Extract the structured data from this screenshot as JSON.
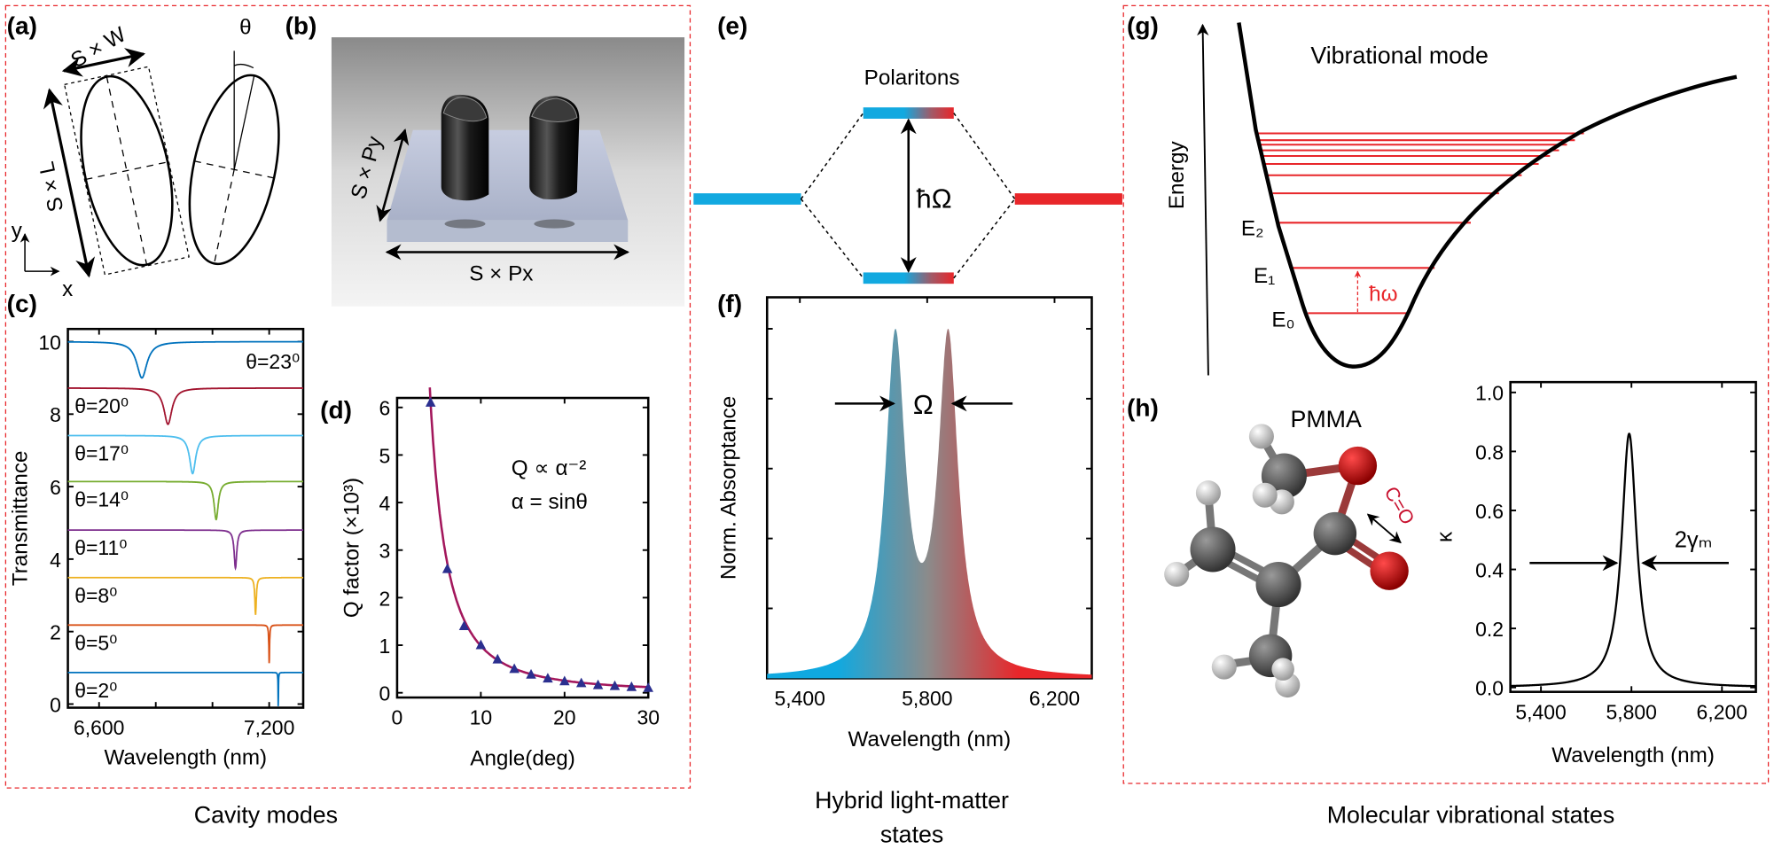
{
  "panel_labels": {
    "a": "(a)",
    "b": "(b)",
    "c": "(c)",
    "d": "(d)",
    "e": "(e)",
    "f": "(f)",
    "g": "(g)",
    "h": "(h)"
  },
  "sections": {
    "cavity": "Cavity modes",
    "hybrid_line1": "Hybrid light-matter",
    "hybrid_line2": "states",
    "molecular": "Molecular vibrational states"
  },
  "panel_a": {
    "width_label": "S × W",
    "length_label": "S × L",
    "theta_label": "θ",
    "axis_y": "y",
    "axis_x": "x"
  },
  "panel_b": {
    "py_label": "S × Py",
    "px_label": "S × Px"
  },
  "panel_e": {
    "title": "Polaritons",
    "splitting": "ħΩ",
    "colors": {
      "photon": "#12a9e0",
      "vibration": "#e8262a"
    }
  },
  "panel_f_annotation": "Ω",
  "panel_g": {
    "title": "Vibrational mode",
    "ylabel": "Energy",
    "levels": [
      "E₀",
      "E₁",
      "E₂"
    ],
    "quantum": "ħω",
    "level_color": "#e8262a"
  },
  "panel_h": {
    "molecule": "PMMA",
    "bond": "C=O",
    "width_label": "2γₘ"
  },
  "chart_data": [
    {
      "id": "c",
      "type": "line",
      "xlabel": "Wavelength (nm)",
      "ylabel": "Transmittance",
      "xlim": [
        6490,
        7320
      ],
      "ylim": [
        -0.1,
        10.35
      ],
      "xticks": [
        6600,
        6800,
        7000,
        7200
      ],
      "xtick_labels": [
        "6,600",
        "",
        "",
        "7,200"
      ],
      "yticks": [
        0,
        2,
        4,
        6,
        8,
        10
      ],
      "ytick_labels": [
        "0",
        "2",
        "4",
        "6",
        "8",
        "10"
      ],
      "series": [
        {
          "name": "θ=23⁰",
          "offset": 10.0,
          "dip_nm": 6751,
          "depth": 1.0,
          "hwhm": 22,
          "color": "#0072BD"
        },
        {
          "name": "θ=20⁰",
          "offset": 8.72,
          "dip_nm": 6843,
          "depth": 1.0,
          "hwhm": 17,
          "color": "#A2142F"
        },
        {
          "name": "θ=17⁰",
          "offset": 7.41,
          "dip_nm": 6930,
          "depth": 1.05,
          "hwhm": 13,
          "color": "#4DBEEE"
        },
        {
          "name": "θ=14⁰",
          "offset": 6.14,
          "dip_nm": 7013,
          "depth": 1.05,
          "hwhm": 9,
          "color": "#77AC30"
        },
        {
          "name": "θ=11⁰",
          "offset": 4.8,
          "dip_nm": 7081,
          "depth": 1.05,
          "hwhm": 5.5,
          "color": "#7E2F8E"
        },
        {
          "name": "θ=8⁰",
          "offset": 3.49,
          "dip_nm": 7152,
          "depth": 1.03,
          "hwhm": 3,
          "color": "#EDB120"
        },
        {
          "name": "θ=5⁰",
          "offset": 2.18,
          "dip_nm": 7200,
          "depth": 1.05,
          "hwhm": 1.6,
          "color": "#D95319"
        },
        {
          "name": "θ=2⁰",
          "offset": 0.87,
          "dip_nm": 7232,
          "depth": 0.93,
          "hwhm": 0.8,
          "color": "#0072BD"
        }
      ]
    },
    {
      "id": "d",
      "type": "scatter",
      "xlabel": "Angle(deg)",
      "ylabel": "Q factor (×10³)",
      "xlim": [
        0,
        30
      ],
      "ylim": [
        -0.1,
        6.2
      ],
      "xticks": [
        0,
        10,
        20,
        30
      ],
      "xtick_labels": [
        "0",
        "10",
        "20",
        "30"
      ],
      "yticks": [
        0,
        1,
        2,
        3,
        4,
        5,
        6
      ],
      "ytick_labels": [
        "0",
        "1",
        "2",
        "3",
        "4",
        "5",
        "6"
      ],
      "annotation": [
        "Q ∝ α⁻²",
        "α = sinθ"
      ],
      "points": {
        "x": [
          4,
          6,
          8,
          10,
          12,
          14,
          16,
          18,
          20,
          22,
          24,
          26,
          28,
          30
        ],
        "y": [
          6.1,
          2.6,
          1.4,
          1.0,
          0.7,
          0.5,
          0.38,
          0.3,
          0.24,
          0.2,
          0.16,
          0.14,
          0.12,
          0.1
        ]
      },
      "fit_coefficient": 0.0297,
      "marker_color": "#2b2f8f",
      "fit_color": "#a3175c"
    },
    {
      "id": "f",
      "type": "area",
      "xlabel": "Wavelength (nm)",
      "ylabel": "Norm. Absorptance",
      "xlim": [
        5297,
        6317
      ],
      "ylim": [
        0,
        1.09
      ],
      "xticks": [
        5400,
        5800,
        6200
      ],
      "xtick_labels": [
        "5,400",
        "5,800",
        "6,200"
      ],
      "yticks": [
        0.2,
        0.4,
        0.6,
        0.8,
        1.0
      ],
      "ytick_labels": [],
      "peaks": [
        {
          "center": 5700,
          "hwhm": 38
        },
        {
          "center": 5866,
          "hwhm": 38
        }
      ],
      "peak_value": 1.0,
      "valley": {
        "x": 5790,
        "y": 0.35
      }
    },
    {
      "id": "h",
      "type": "line",
      "xlabel": "Wavelength (nm)",
      "ylabel": "κ",
      "xlim": [
        5265,
        6350
      ],
      "ylim": [
        -0.015,
        1.035
      ],
      "xticks": [
        5400,
        5800,
        6200
      ],
      "xtick_labels": [
        "5,400",
        "5,800",
        "6,200"
      ],
      "yticks": [
        0,
        0.2,
        0.4,
        0.6,
        0.8,
        1.0
      ],
      "ytick_labels": [
        "0.0",
        "0.2",
        "0.4",
        "0.6",
        "0.8",
        "1.0"
      ],
      "peak": {
        "center": 5790,
        "height": 0.86,
        "hwhm": 40
      }
    }
  ]
}
